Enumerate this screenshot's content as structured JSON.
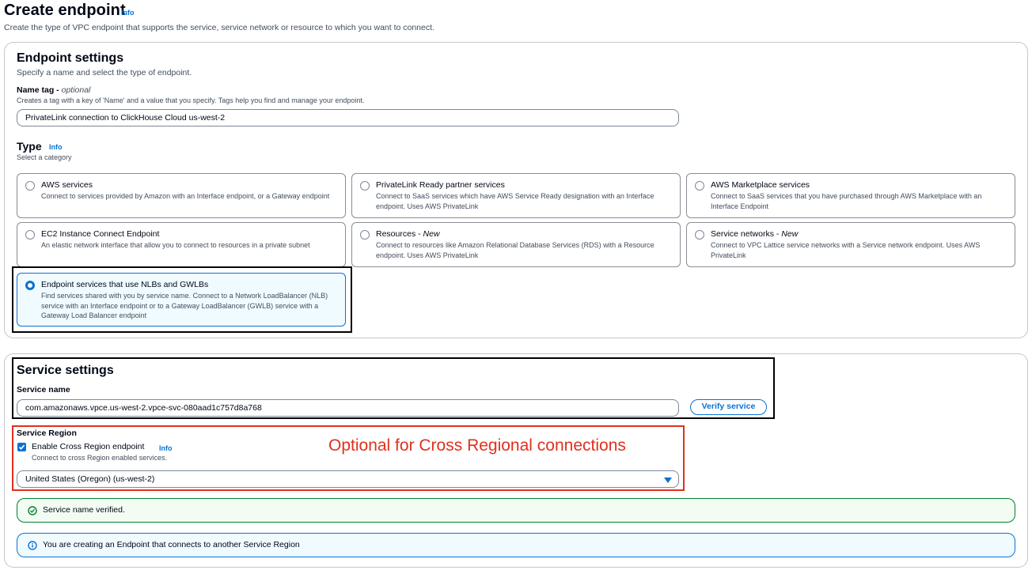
{
  "header": {
    "title": "Create endpoint",
    "info": "Info",
    "description": "Create the type of VPC endpoint that supports the service, service network or resource to which you want to connect."
  },
  "endpoint_settings": {
    "title": "Endpoint settings",
    "description": "Specify a name and select the type of endpoint.",
    "name_tag": {
      "label": "Name tag",
      "optional": "optional",
      "hint": "Creates a tag with a key of 'Name' and a value that you specify. Tags help you find and manage your endpoint.",
      "value": "PrivateLink connection to ClickHouse Cloud us-west-2"
    },
    "type": {
      "label": "Type",
      "info": "Info",
      "hint": "Select a category",
      "options": [
        {
          "title": "AWS services",
          "desc": "Connect to services provided by Amazon with an Interface endpoint, or a Gateway endpoint",
          "selected": false
        },
        {
          "title": "PrivateLink Ready partner services",
          "desc": "Connect to SaaS services which have AWS Service Ready designation with an Interface endpoint. Uses AWS PrivateLink",
          "selected": false
        },
        {
          "title": "AWS Marketplace services",
          "desc": "Connect to SaaS services that you have purchased through AWS Marketplace with an Interface Endpoint",
          "selected": false
        },
        {
          "title": "EC2 Instance Connect Endpoint",
          "desc": "An elastic network interface that allow you to connect to resources in a private subnet",
          "selected": false
        },
        {
          "title": "Resources",
          "tag": "New",
          "desc": "Connect to resources like Amazon Relational Database Services (RDS) with a Resource endpoint. Uses AWS PrivateLink",
          "selected": false
        },
        {
          "title": "Service networks",
          "tag": "New",
          "desc": "Connect to VPC Lattice service networks with a Service network endpoint. Uses AWS PrivateLink",
          "selected": false
        },
        {
          "title": "Endpoint services that use NLBs and GWLBs",
          "desc": "Find services shared with you by service name. Connect to a Network LoadBalancer (NLB) service with an Interface endpoint or to a Gateway LoadBalancer (GWLB) service with a Gateway Load Balancer endpoint",
          "selected": true
        }
      ]
    }
  },
  "service_settings": {
    "title": "Service settings",
    "service_name_label": "Service name",
    "service_name_value": "com.amazonaws.vpce.us-west-2.vpce-svc-080aad1c757d8a768",
    "verify_button": "Verify service",
    "region_label": "Service Region",
    "cross_region_label": "Enable Cross Region endpoint",
    "cross_region_info": "Info",
    "cross_region_hint": "Connect to cross Region enabled services.",
    "cross_region_checked": true,
    "region_value": "United States (Oregon) (us-west-2)",
    "annotation": "Optional for Cross Regional connections",
    "success_alert": "Service name verified.",
    "info_alert": "You are creating an Endpoint that connects to another Service Region"
  },
  "colors": {
    "accent": "#0972d3",
    "success": "#00802f",
    "annotation": "#e0301e"
  }
}
